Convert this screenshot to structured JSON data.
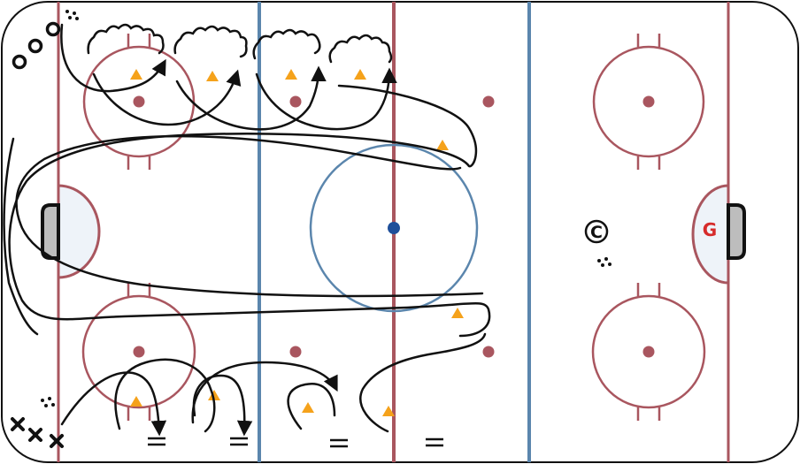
{
  "diagram": {
    "goalie_label": "G",
    "coach_label": "C",
    "colors": {
      "boards": "#111111",
      "goal_line": "#a9565f",
      "blue_line": "#5b86ad",
      "center_line": "#a9565f",
      "circle": "#a9565f",
      "center_circle": "#5b86ad",
      "crease_fill": "#eef3f9",
      "net_fill": "#bdbdbd",
      "faceoff_dot": "#a9565f",
      "center_dot": "#1f4f9a",
      "cone": "#f5a21b",
      "skate_path": "#111111",
      "goalie_text": "#d62b2b"
    },
    "icons": {
      "forward_group": "circle-o-player-icons",
      "defense_group": "x-player-icons",
      "pucks": "puck-pile-icon",
      "cones": "triangle-cone-icon",
      "stop": "stop-marker-icon",
      "backward_skating": "wavy-backward-skating-icon",
      "coach": "circled-c-coach-icon",
      "goalie": "goalie-g-icon"
    }
  }
}
